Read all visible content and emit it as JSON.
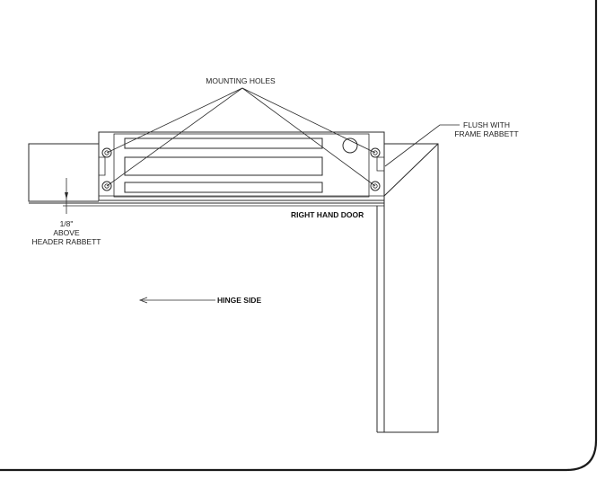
{
  "labels": {
    "mounting_holes": "MOUNTING HOLES",
    "flush_with_line1": "FLUSH WITH",
    "flush_with_line2": "FRAME RABBETT",
    "right_hand_door": "RIGHT  HAND DOOR",
    "gap_value": "1/8\"",
    "gap_line2": "ABOVE",
    "gap_line3": "HEADER RABBETT",
    "hinge_side": "HINGE SIDE"
  },
  "colors": {
    "line": "#2a2a2a",
    "background": "#ffffff"
  }
}
